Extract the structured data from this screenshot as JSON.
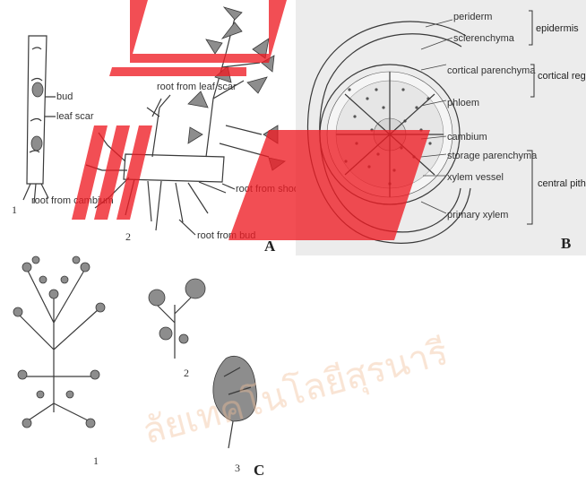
{
  "panel_a": {
    "letter": "A",
    "fig1": {
      "number": "1",
      "labels": {
        "bud": "bud",
        "leaf_scar": "leaf scar",
        "root_from_cambium": "root from cambium"
      }
    },
    "fig2": {
      "number": "2",
      "labels": {
        "root_from_leaf_scar": "root from leaf scar",
        "root_from_shoot": "root from shoot",
        "root_from_bud": "root from bud"
      }
    }
  },
  "panel_b": {
    "letter": "B",
    "labels": {
      "periderm": "periderm",
      "sclerenchyma": "sclerenchyma",
      "cortical_parenchyma": "cortical parenchyma",
      "phloem": "phloem",
      "cambium": "cambium",
      "storage_parenchyma": "storage parenchyma",
      "xylem_vessel": "xylem vessel",
      "primary_xylem": "primary xylem"
    },
    "groups": {
      "epidermis": "epidermis",
      "cortical_region": "cortical region",
      "central_pith": "central pith"
    }
  },
  "panel_c": {
    "letter": "C",
    "numbers": [
      "1",
      "2",
      "3"
    ]
  },
  "watermark": {
    "text": "ลัยเทคโนโลยีสุรนารี"
  },
  "colors": {
    "watermark": "#ee1c24",
    "watermark_text": "#f1bf9a",
    "b_background": "#ececec"
  }
}
